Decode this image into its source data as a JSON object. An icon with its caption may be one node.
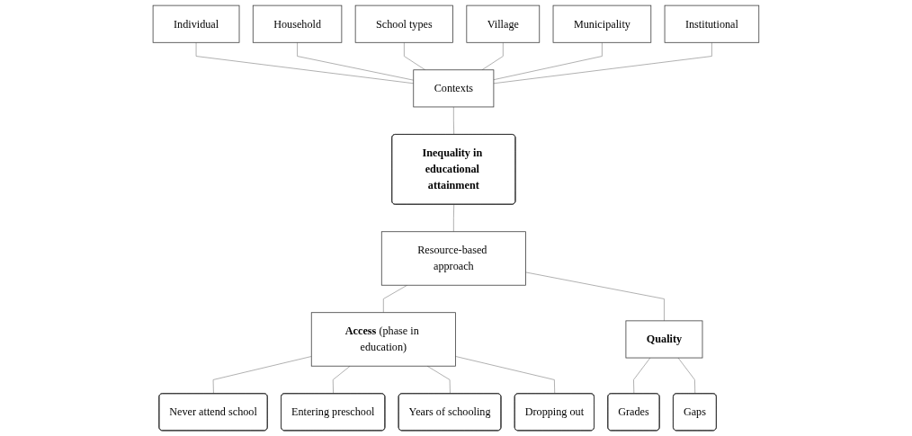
{
  "diagram": {
    "nodes": [
      {
        "text": [
          "Individual"
        ]
      },
      {
        "text": [
          "Household"
        ]
      },
      {
        "text": [
          "School types"
        ]
      },
      {
        "text": [
          "Village"
        ]
      },
      {
        "text": [
          "Municipality"
        ]
      },
      {
        "text": [
          "Institutional"
        ]
      },
      {
        "text": [
          "Contexts"
        ]
      },
      {
        "text": [
          "Inequality in educational attainment"
        ]
      },
      {
        "text": [
          "Resource-based approach"
        ]
      },
      {
        "text": [
          "**Access** (phase in education)"
        ]
      },
      {
        "text": [
          "Quality"
        ]
      },
      {
        "text": [
          "Never attend school"
        ]
      },
      {
        "text": [
          "Entering preschool"
        ]
      },
      {
        "text": [
          "Years of schooling"
        ]
      },
      {
        "text": [
          "Dropping out"
        ]
      },
      {
        "text": [
          "Grades"
        ]
      },
      {
        "text": [
          "Gaps"
        ]
      }
    ],
    "edges": [
      {
        "from": 0,
        "to": 6,
        "arrow": "none"
      },
      {
        "from": 1,
        "to": 6,
        "arrow": "none"
      },
      {
        "from": 2,
        "to": 6,
        "arrow": "none"
      },
      {
        "from": 3,
        "to": 6,
        "arrow": "none"
      },
      {
        "from": 4,
        "to": 6,
        "arrow": "none"
      },
      {
        "from": 5,
        "to": 6,
        "arrow": "none"
      },
      {
        "from": 6,
        "to": 7,
        "arrow": "none"
      },
      {
        "from": 7,
        "to": 8,
        "arrow": "none"
      },
      {
        "from": 8,
        "to": 9,
        "arrow": "none"
      },
      {
        "from": 8,
        "to": 10,
        "arrow": "none"
      },
      {
        "from": 9,
        "to": 11,
        "arrow": "none"
      },
      {
        "from": 9,
        "to": 12,
        "arrow": "none"
      },
      {
        "from": 9,
        "to": 13,
        "arrow": "none"
      },
      {
        "from": 9,
        "to": 14,
        "arrow": "none"
      },
      {
        "from": 10,
        "to": 15,
        "arrow": "none"
      },
      {
        "from": 10,
        "to": 16,
        "arrow": "none"
      }
    ]
  }
}
